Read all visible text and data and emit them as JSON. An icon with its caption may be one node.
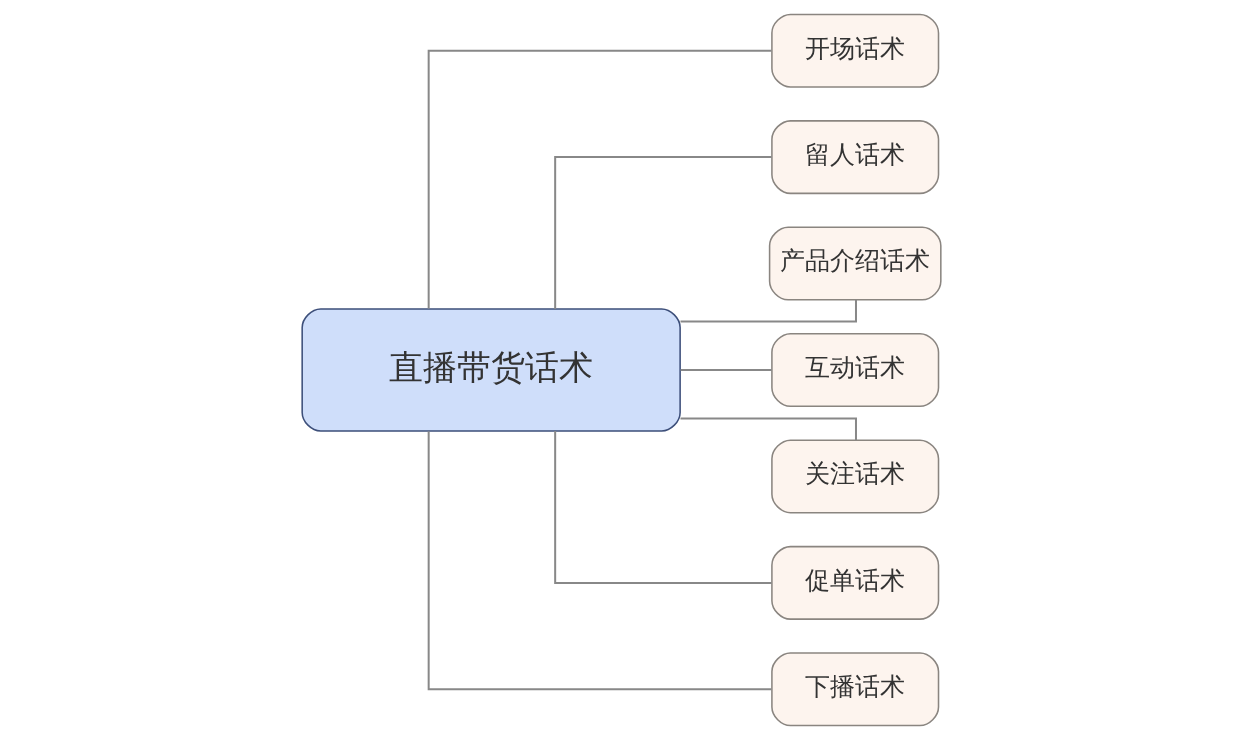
{
  "diagram": {
    "nodes": [
      {
        "text": [
          "直播带货话术"
        ]
      },
      {
        "text": [
          "开场话术"
        ]
      },
      {
        "text": [
          "留人话术"
        ]
      },
      {
        "text": [
          "产品介绍话术"
        ]
      },
      {
        "text": [
          "互动话术"
        ]
      },
      {
        "text": [
          "关注话术"
        ]
      },
      {
        "text": [
          "促单话术"
        ]
      },
      {
        "text": [
          "下播话术"
        ]
      }
    ],
    "edges": [
      {
        "from": 0,
        "to": 1,
        "arrow": "none"
      },
      {
        "from": 0,
        "to": 2,
        "arrow": "none"
      },
      {
        "from": 0,
        "to": 3,
        "arrow": "none"
      },
      {
        "from": 0,
        "to": 4,
        "arrow": "none"
      },
      {
        "from": 0,
        "to": 5,
        "arrow": "none"
      },
      {
        "from": 0,
        "to": 6,
        "arrow": "none"
      },
      {
        "from": 0,
        "to": 7,
        "arrow": "none"
      }
    ]
  }
}
